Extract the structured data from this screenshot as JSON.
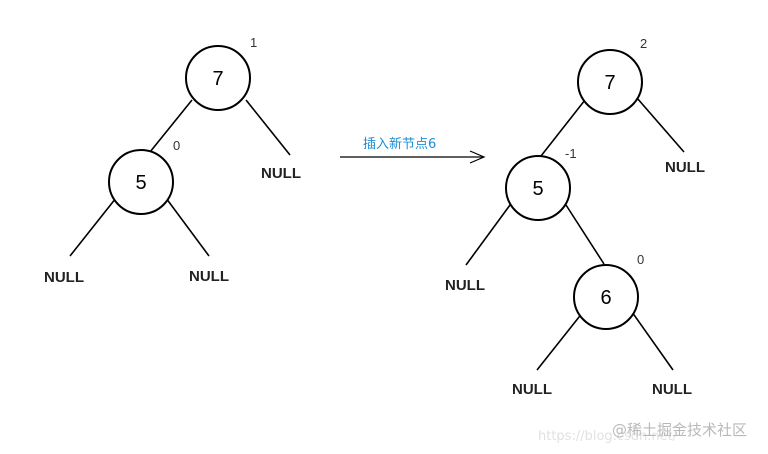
{
  "before": {
    "root": {
      "value": "7",
      "bf": "1"
    },
    "left": {
      "value": "5",
      "bf": "0"
    },
    "null_labels": [
      "NULL",
      "NULL",
      "NULL"
    ]
  },
  "operation": {
    "label": "插入新节点6",
    "color": "#1a8fd6"
  },
  "after": {
    "root": {
      "value": "7",
      "bf": "2"
    },
    "left": {
      "value": "5",
      "bf": "-1"
    },
    "new_node": {
      "value": "6",
      "bf": "0"
    },
    "null_labels": [
      "NULL",
      "NULL",
      "NULL",
      "NULL"
    ]
  },
  "watermark": {
    "text": "@稀土掘金技术社区",
    "url": "https://blog.csdn.net/"
  }
}
